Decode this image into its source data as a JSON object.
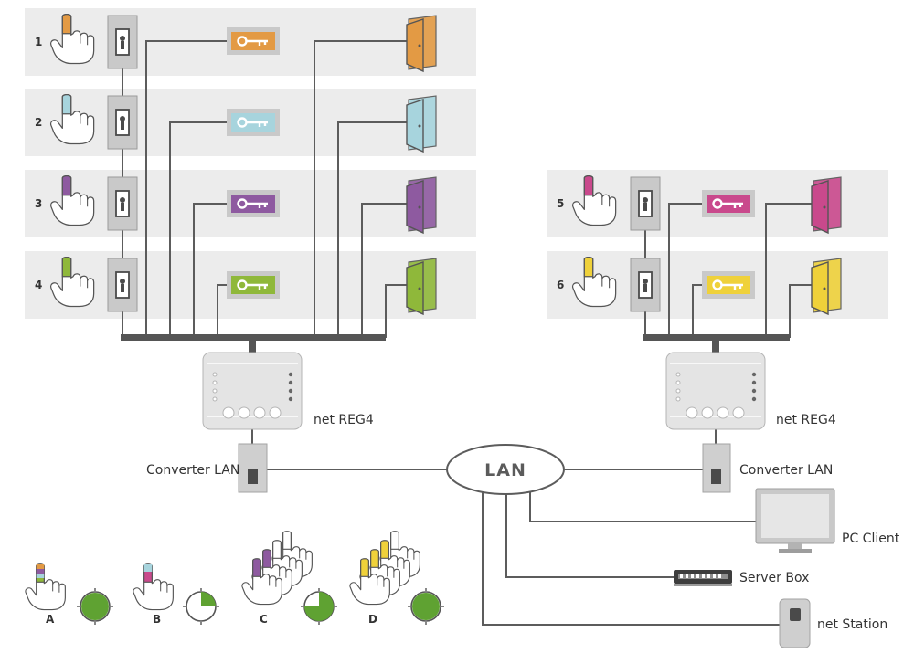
{
  "colors": {
    "floor1": "#e39a44",
    "floor2": "#a7d4dd",
    "floor3": "#8e5aa0",
    "floor4": "#8fb83a",
    "floor5": "#c9498c",
    "floor6": "#efd13a",
    "green": "#5fa232",
    "wire": "#5c5c5c",
    "device": "#c9c9c9"
  },
  "rows": [
    {
      "label": "1",
      "color_key": "floor1"
    },
    {
      "label": "2",
      "color_key": "floor2"
    },
    {
      "label": "3",
      "color_key": "floor3"
    },
    {
      "label": "4",
      "color_key": "floor4"
    },
    {
      "label": "5",
      "color_key": "floor5"
    },
    {
      "label": "6",
      "color_key": "floor6"
    }
  ],
  "devices": {
    "reg_left": "net REG4",
    "reg_right": "net REG4",
    "conv_left": "Converter LAN",
    "conv_right": "Converter LAN",
    "lan": "LAN",
    "pc": "PC Client",
    "server": "Server Box",
    "station": "net Station"
  },
  "legend": [
    {
      "label": "A",
      "clock_fraction": 1.0
    },
    {
      "label": "B",
      "clock_fraction": 0.25
    },
    {
      "label": "C",
      "clock_fraction": 0.75
    },
    {
      "label": "D",
      "clock_fraction": 1.0
    }
  ],
  "icons": [
    "finger-press-icon",
    "lift-panel-icon",
    "key-icon",
    "door-icon",
    "clock-icon",
    "monitor-icon",
    "server-box-icon",
    "net-station-icon"
  ]
}
